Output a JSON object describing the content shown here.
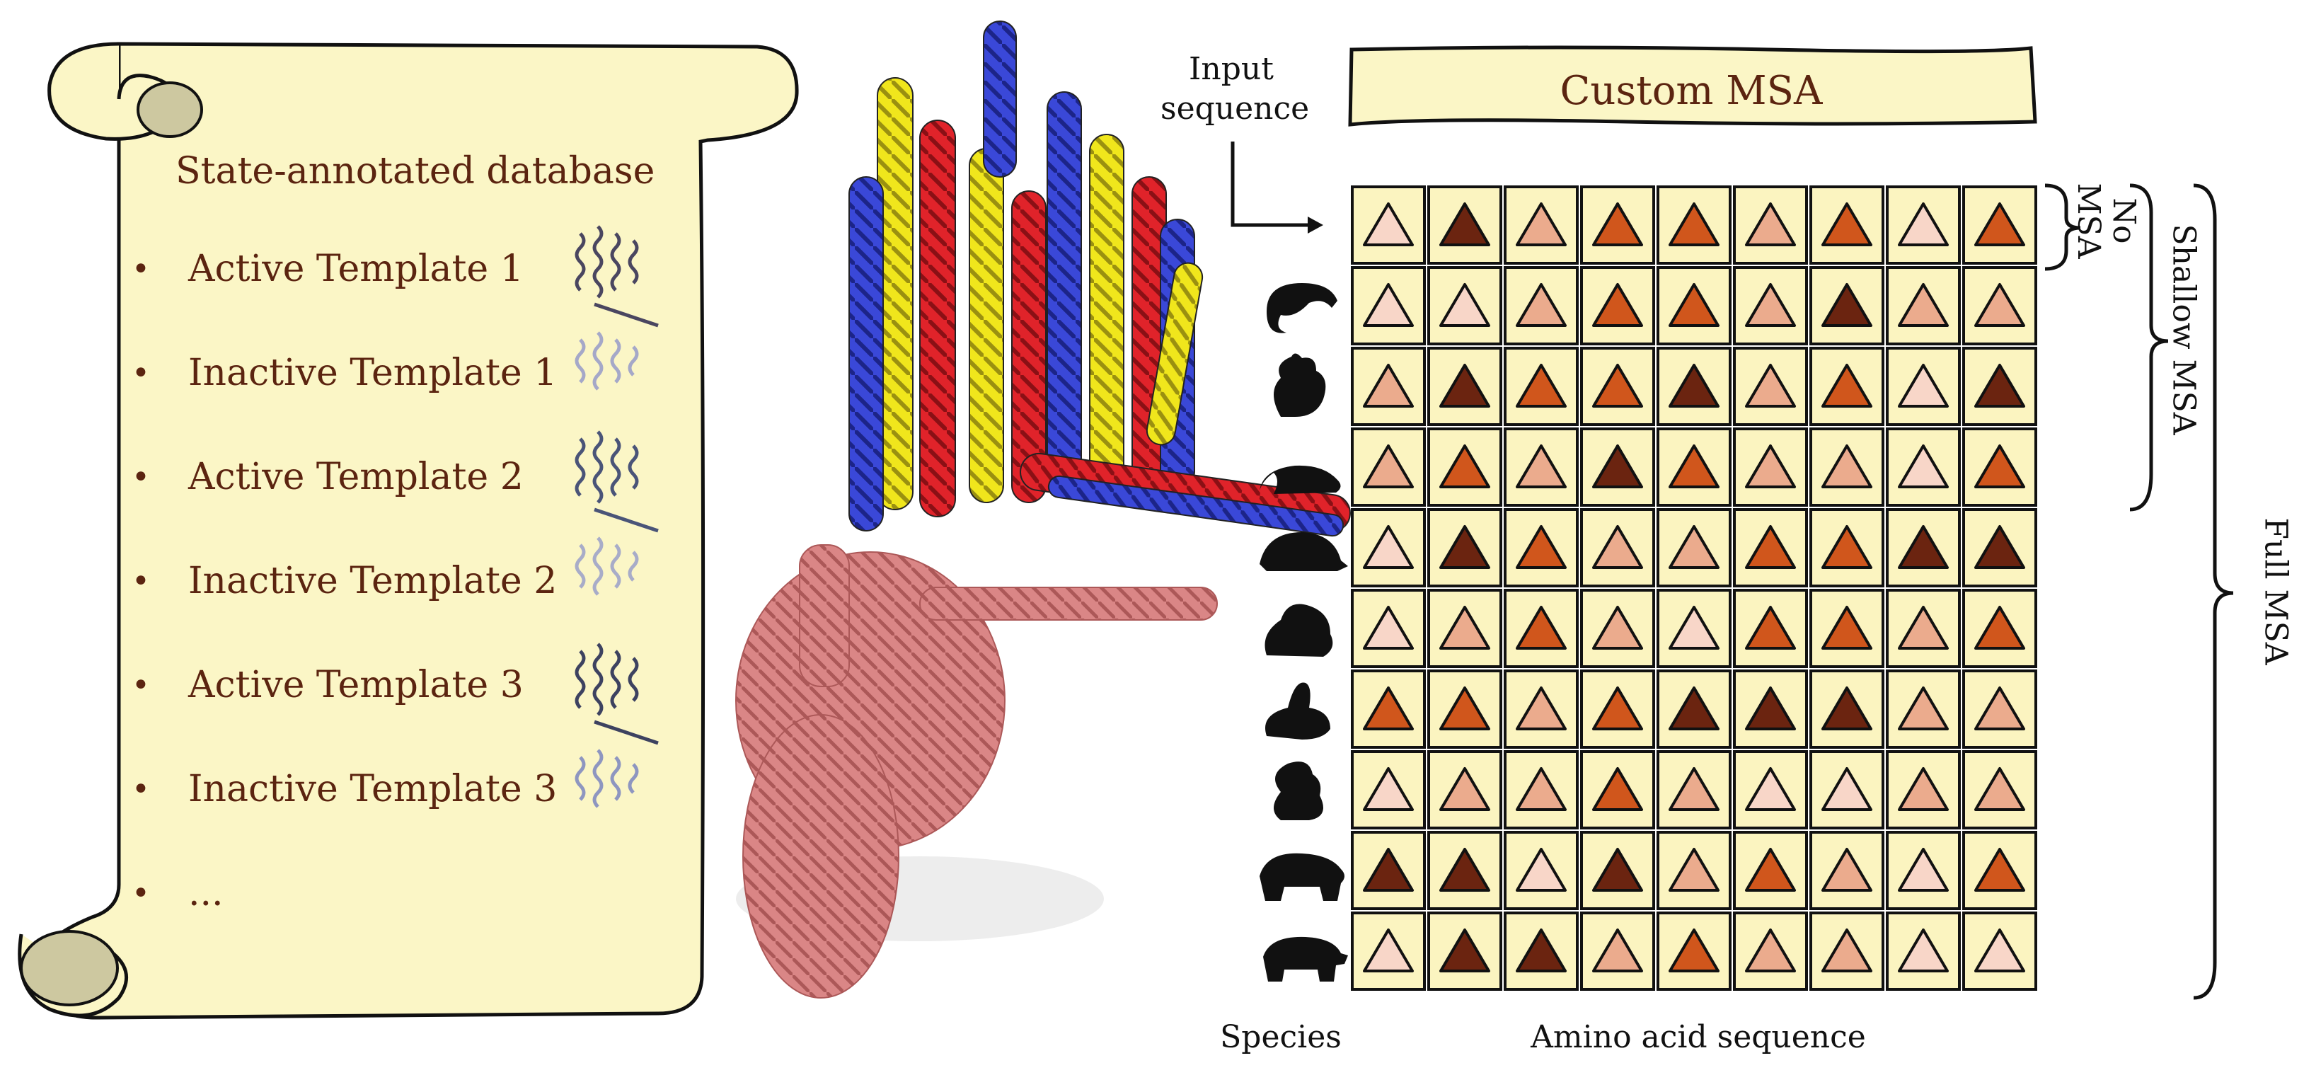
{
  "database": {
    "title": "State-annotated database",
    "items": [
      {
        "label": "Active Template 1",
        "state": "active"
      },
      {
        "label": "Inactive Template 1",
        "state": "inactive"
      },
      {
        "label": "Active Template 2",
        "state": "active"
      },
      {
        "label": "Inactive Template 2",
        "state": "inactive"
      },
      {
        "label": "Active Template 3",
        "state": "active"
      },
      {
        "label": "Inactive Template 3",
        "state": "inactive"
      },
      {
        "label": "...",
        "state": "none"
      }
    ]
  },
  "msa": {
    "title": "Custom MSA",
    "input_label_line1": "Input",
    "input_label_line2": "sequence",
    "species_label": "Species",
    "sequence_label": "Amino acid sequence",
    "bracket_no_line1": "No",
    "bracket_no_line2": "MSA",
    "bracket_shallow": "Shallow MSA",
    "bracket_full": "Full MSA",
    "species_icons": [
      "chameleon-icon",
      "rooster-icon",
      "mouse-icon",
      "turtle-icon",
      "frog-icon",
      "rabbit-icon",
      "squirrel-icon",
      "bear-icon",
      "pig-icon"
    ],
    "palette": [
      "#f8d6c8",
      "#ebab8d",
      "#d0561c",
      "#6b2410"
    ],
    "grid": [
      [
        0,
        3,
        1,
        2,
        2,
        1,
        2,
        0,
        2
      ],
      [
        0,
        0,
        1,
        2,
        2,
        1,
        3,
        1,
        1
      ],
      [
        1,
        3,
        2,
        2,
        3,
        1,
        2,
        0,
        3
      ],
      [
        1,
        2,
        1,
        3,
        2,
        1,
        1,
        0,
        2
      ],
      [
        0,
        3,
        2,
        1,
        1,
        2,
        2,
        3,
        3
      ],
      [
        0,
        1,
        2,
        1,
        0,
        2,
        2,
        1,
        2
      ],
      [
        2,
        2,
        1,
        2,
        3,
        3,
        3,
        1,
        1
      ],
      [
        0,
        1,
        1,
        2,
        1,
        0,
        0,
        1,
        1
      ],
      [
        3,
        3,
        0,
        3,
        1,
        2,
        1,
        0,
        2
      ],
      [
        0,
        3,
        3,
        1,
        2,
        1,
        1,
        0,
        0
      ]
    ]
  },
  "colors": {
    "scroll_fill": "#fbf6c6",
    "scroll_curl": "#cdc8a0",
    "cell_fill": "#fbf4c0",
    "helix_red": "#e0232a",
    "helix_blue": "#3a48d8",
    "helix_yellow": "#f0e61c",
    "domain_pink": "#d98080"
  }
}
